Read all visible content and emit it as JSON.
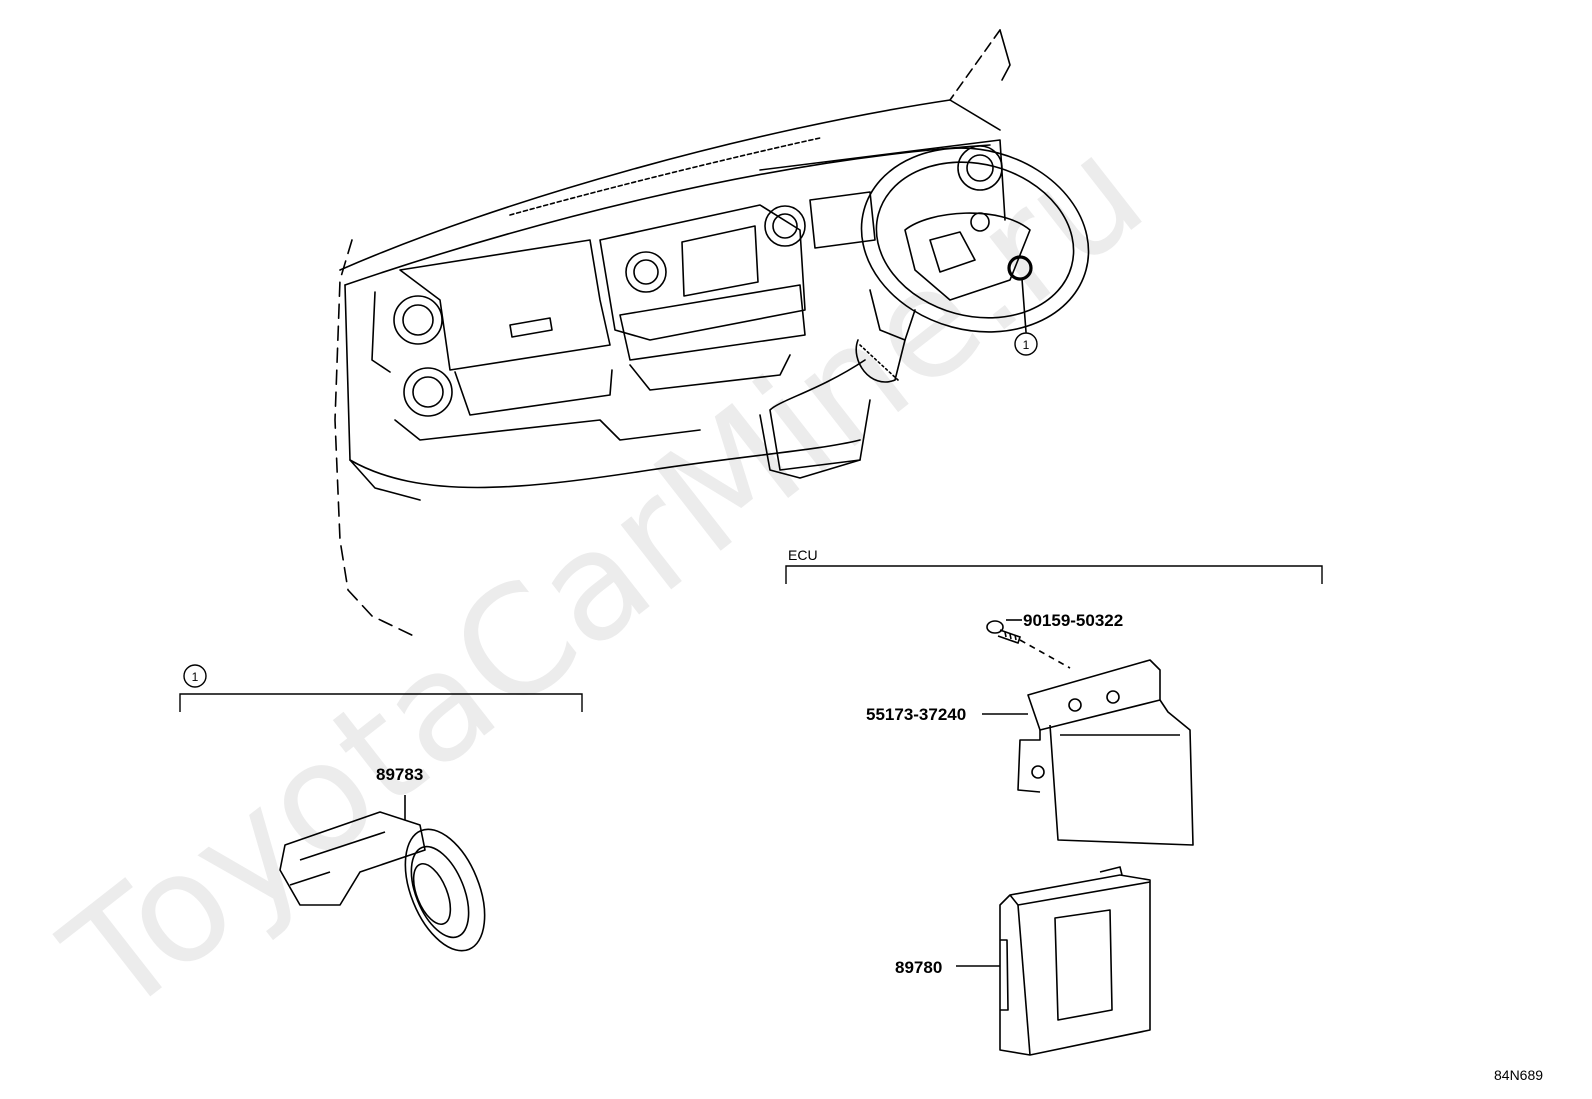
{
  "watermark": "ToyotaCarMine.ru",
  "diagram_code": "84N689",
  "groups": {
    "ecu": {
      "label": "ECU"
    },
    "ref1": {
      "label": "1"
    }
  },
  "callouts": {
    "steering_ref": "1"
  },
  "parts": {
    "screw": "90159-50322",
    "bracket": "55173-37240",
    "ecu": "89780",
    "sensor": "89783"
  }
}
